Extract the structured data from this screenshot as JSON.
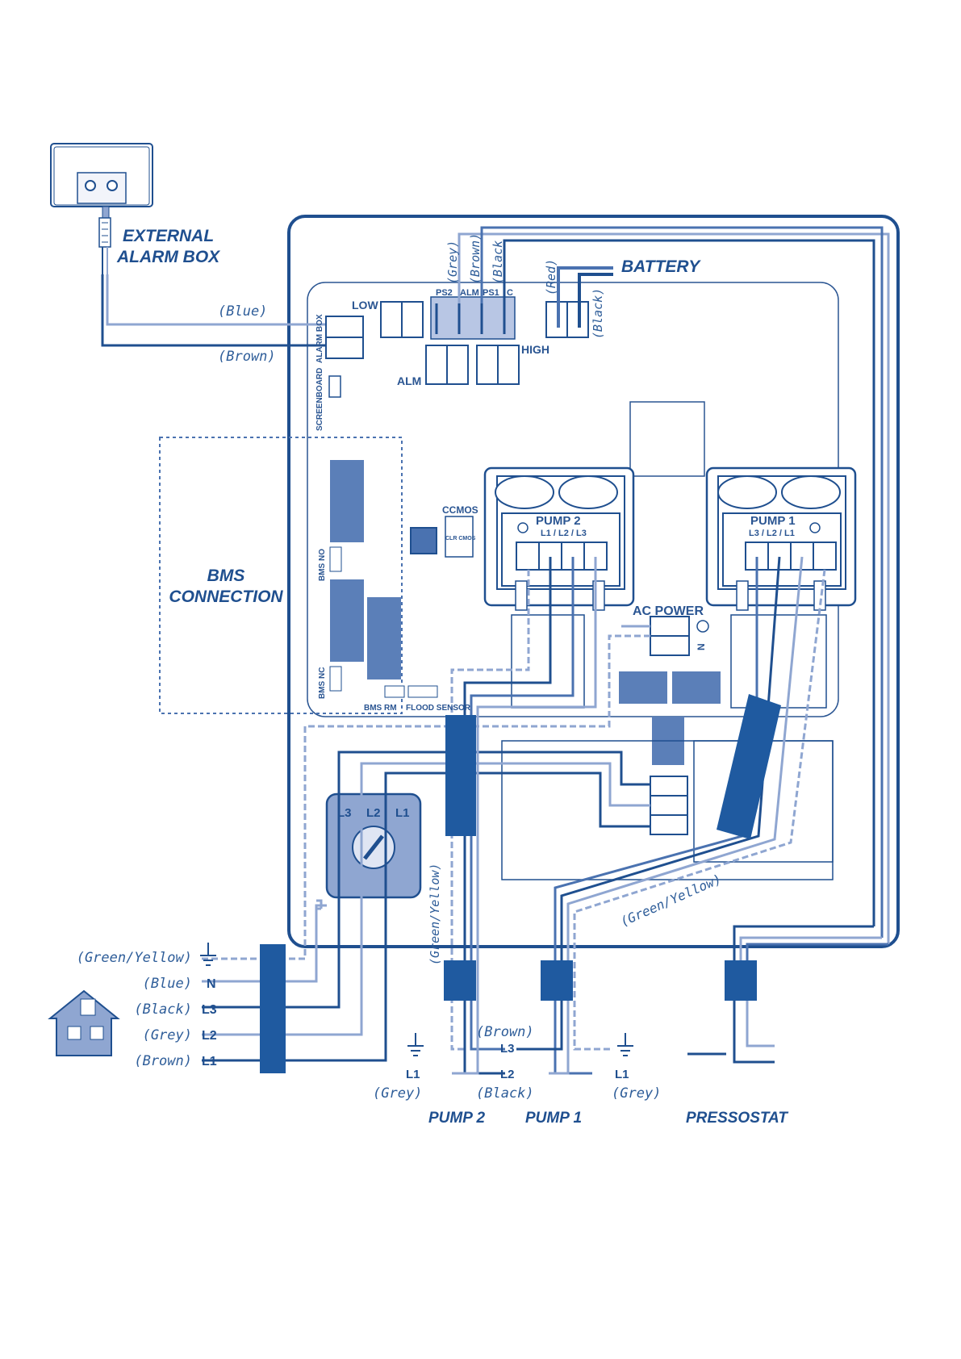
{
  "labels": {
    "external_alarm_box_1": "EXTERNAL",
    "external_alarm_box_2": "ALARM BOX",
    "battery": "BATTERY",
    "bms_connection_1": "BMS",
    "bms_connection_2": "CONNECTION",
    "ccmos": "CCMOS",
    "clr_cmos": "CLR CMOS",
    "pump2_header": "PUMP 2",
    "pump2_terms": "L1 / L2 / L3",
    "pump1_header": "PUMP 1",
    "pump1_terms": "L3 / L2 / L1",
    "ac_power": "AC POWER",
    "ac_n": "N",
    "low": "LOW",
    "high": "HIGH",
    "alm": "ALM",
    "alarm_box_board": "ALARM BOX",
    "screenboard": "SCREENBOARD",
    "bms_no": "BMS NO",
    "bms_nc": "BMS NC",
    "bms_rm": "BMS RM",
    "flood_sensor": "FLOOD SENSOR",
    "ps2": "PS2",
    "alm_top": "ALM",
    "ps1": "PS1",
    "c": "C",
    "switch_l3": "L3",
    "switch_l2": "L2",
    "switch_l1": "L1",
    "pump2_footer": "PUMP 2",
    "pump1_footer": "PUMP 1",
    "pressostat": "PRESSOSTAT"
  },
  "wire_colors": {
    "blue_top": "(Blue)",
    "brown_top": "(Brown)",
    "grey_top": "(Grey)",
    "brown_ps": "(Brown)",
    "black_ps": "(Black",
    "red_batt": "(Red)",
    "black_batt": "(Black)",
    "gy_pump2": "(Green/Yellow)",
    "gy_pump1": "(Green/Yellow)",
    "brown_pump": "(Brown)",
    "grey_pump2": "(Grey)",
    "black_pump": "(Black)",
    "grey_pump1": "(Grey)"
  },
  "mains": {
    "rows": [
      {
        "color": "(Green/Yellow)",
        "term": ""
      },
      {
        "color": "(Blue)",
        "term": "N"
      },
      {
        "color": "(Black)",
        "term": "L3"
      },
      {
        "color": "(Grey)",
        "term": "L2"
      },
      {
        "color": "(Brown)",
        "term": "L1"
      }
    ]
  },
  "pump_terms": {
    "l3": "L3",
    "l1_pump2": "L1",
    "l2": "L2",
    "l1_pump1": "L1"
  },
  "colors": {
    "dark": "#1f4f8f",
    "mid": "#4a72b0",
    "light": "#8fa6d1",
    "pale": "#c9d3ea",
    "board": "#5b7fb8"
  }
}
